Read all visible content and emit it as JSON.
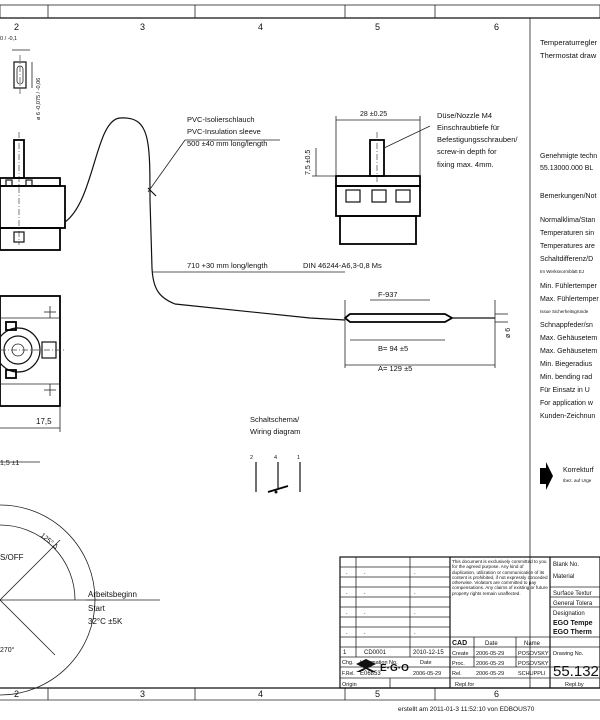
{
  "frame": {
    "columns": [
      "2",
      "3",
      "4",
      "5",
      "6"
    ]
  },
  "cable": {
    "hose_lines": [
      "PVC-Isolierschlauch",
      "PVC-Insulation sleeve",
      "500 ±40 mm long/length"
    ],
    "length_label": "710 +30 mm long/length",
    "thread_label": "DIN 46244-A6,3-0,8 Ms"
  },
  "thermostat_front": {
    "dim_width": "28 ±0.25",
    "dim_height": "7,5 ±0.5",
    "nozzle_lines": [
      "Düse/Nozzle M4",
      "Einschraubtiefe für",
      "Befestigungsschrauben/",
      "screw-in depth for",
      "fixing max. 4mm."
    ]
  },
  "sensor": {
    "label_f": "F-937",
    "dim_b": "B= 94 ±5",
    "dim_a": "A= 129 ±5",
    "dim_d": "ø 6"
  },
  "left_partial": {
    "dim_175": "17,5",
    "dim_15": "1,5 ±1",
    "small_top": "0 / -0,1",
    "small_dia": "ø 6 -0,075 / -0,06",
    "dial_label_1": "S/OFF",
    "dial_label_2": "125° Δ",
    "dial_label_3": "270°"
  },
  "wiring": {
    "title_lines": [
      "Schaltschema/",
      "Wiring diagram"
    ],
    "terminals": [
      "2",
      "4",
      "1"
    ]
  },
  "arbeit": {
    "lines": [
      "Arbeitsbeginn",
      "Start",
      "32°C ±5K"
    ]
  },
  "right_notes": [
    "Temperaturregler",
    "Thermostat draw",
    "Genehmigte techn",
    "55.13000.000 BL",
    "Bemerkungen/Not",
    "Normalklima/Stan",
    "Temperaturen sin",
    "Temperatures are",
    "Schaltdifferenz/D",
    "Im Werksnormblatt EJ",
    "Min. Fühlertemper",
    "Max. Fühlertemper",
    "Issue Sicherheitsgründe",
    "Schnappfeder/sn",
    "Max. Gehäusetem",
    "Max. Gehäusetem",
    "Min. Biegeradius",
    "Min. bending rad",
    "Für Einsatz in U",
    "For application w",
    "Kunden-Zeichnun"
  ],
  "korrektur": {
    "line1": "Korrekturf",
    "line2": "Ibez. auf Urge"
  },
  "title_block": {
    "notice": "This document is exclusively committed to you for the agreed purpose. Any kind of duplication, utilization or communication of its content is prohibited, if not expressly conceded otherwise. Violators are committed to pay compensations. Any claims of existing or future property rights remain unaffected.",
    "rev_row": [
      "1",
      "CD0001",
      "2010-12-15"
    ],
    "header_cells": [
      "Chg.",
      "Information No.",
      "Date"
    ],
    "rel_row": [
      "F.Rel.",
      "E06853",
      "2006-05-29"
    ],
    "cad_header": [
      "CAD",
      "Date",
      "Name"
    ],
    "cad_rows": [
      [
        "Create",
        "2006-05-29",
        "POSOVSKY"
      ],
      [
        "Proc.",
        "2006-05-29",
        "POSOVSKY"
      ],
      [
        "Rel.",
        "2006-05-29",
        "SCHUPPLI"
      ]
    ],
    "blank_no": "Blank No.",
    "material": "Material",
    "surface": "Surface Textur",
    "tolerance": "General Tolera",
    "designation": "Designation",
    "desig_1": "EGO Tempe",
    "desig_2": "EGO Therm",
    "drawing_no_label": "Drawing No.",
    "drawing_no": "55.132",
    "logo": "E·G·O",
    "origin": "Origin",
    "repl_for": "Repl.for",
    "repl_by": "Repl.by"
  },
  "footer": {
    "created": "erstellt am 2011-01-3 11:52:10 von EDBOUS70"
  }
}
